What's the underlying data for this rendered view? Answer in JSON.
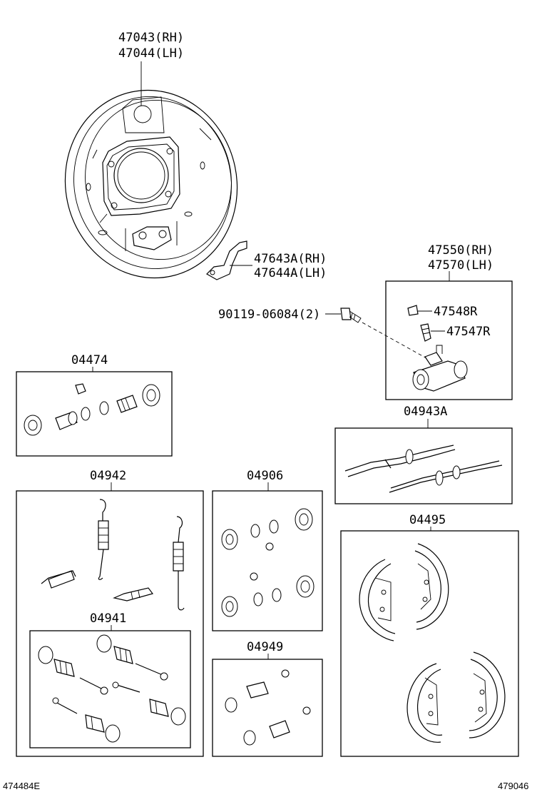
{
  "labels": {
    "backing_plate_rh": "47043(RH)",
    "backing_plate_lh": "47044(LH)",
    "bracket_rh": "47643A(RH)",
    "bracket_lh": "47644A(LH)",
    "wheel_cyl_rh": "47550(RH)",
    "wheel_cyl_lh": "47570(LH)",
    "bolt": "90119-06084(2)",
    "bleeder_cap": "47548R",
    "bleeder_plug": "47547R",
    "cup_kit": "04474",
    "adjuster_kit": "04943A",
    "spring_kit": "04942",
    "repair_kit": "04906",
    "shoe_set": "04495",
    "hold_down_kit": "04941",
    "cylinder_kit": "04949"
  },
  "footer": {
    "left_code": "474484E",
    "right_code": "479046"
  }
}
